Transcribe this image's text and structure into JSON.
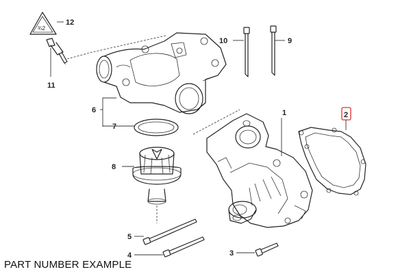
{
  "caption": "PART NUMBER EXAMPLE",
  "callouts": {
    "n1": "1",
    "n2": "2",
    "n3": "3",
    "n4": "4",
    "n5": "5",
    "n6": "6",
    "n7": "7",
    "n8": "8",
    "n9": "9",
    "n10": "10",
    "n11": "11",
    "n12": "12"
  },
  "colors": {
    "highlight": "#e03030",
    "ink": "#222222"
  }
}
